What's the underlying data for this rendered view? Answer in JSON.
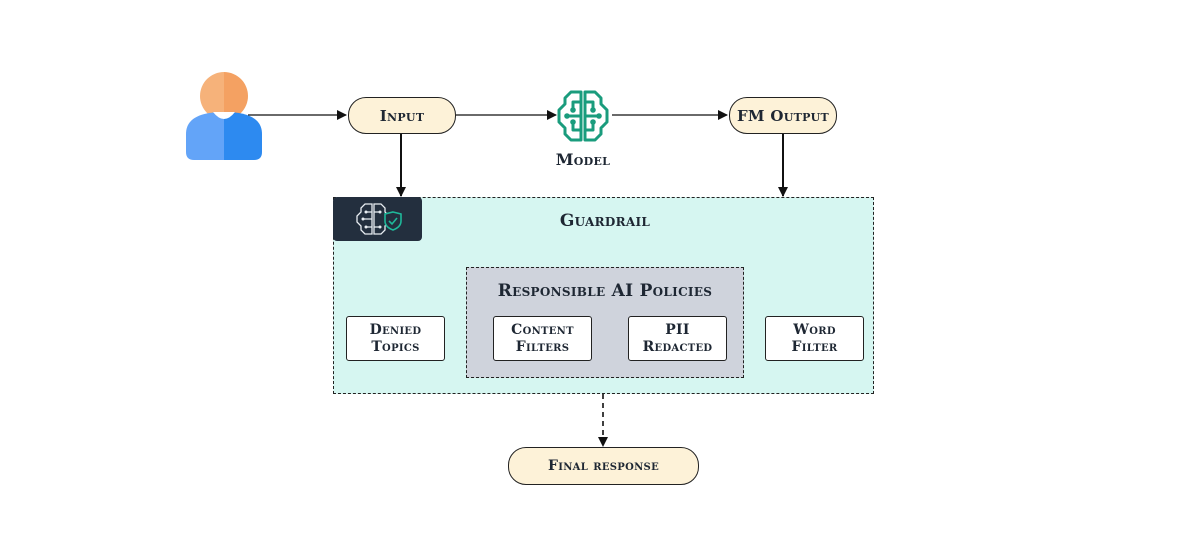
{
  "nodes": {
    "input": "Input",
    "model": "Model",
    "fm_output": "FM Output",
    "guardrail": "Guardrail",
    "policies_title": "Responsible AI Policies",
    "denied_topics": [
      "Denied",
      "Topics"
    ],
    "content_filters": [
      "Content",
      "Filters"
    ],
    "pii_redacted": [
      "PII",
      "Redacted"
    ],
    "word_filter": [
      "Word",
      "Filter"
    ],
    "final_response": "Final response"
  },
  "colors": {
    "pill_fill": "#fdf2d8",
    "guardrail_fill": "#d6f6f1",
    "policies_fill": "#cfd3dc",
    "model_icon": "#1a9c7d",
    "badge_fill": "#232f3e",
    "user_head": "#f6a96a",
    "user_body": "#2d8af0"
  },
  "icons": {
    "user": "user-icon",
    "model": "brain-circuit-icon",
    "guardrail_badge": "guardrail-shield-icon"
  }
}
